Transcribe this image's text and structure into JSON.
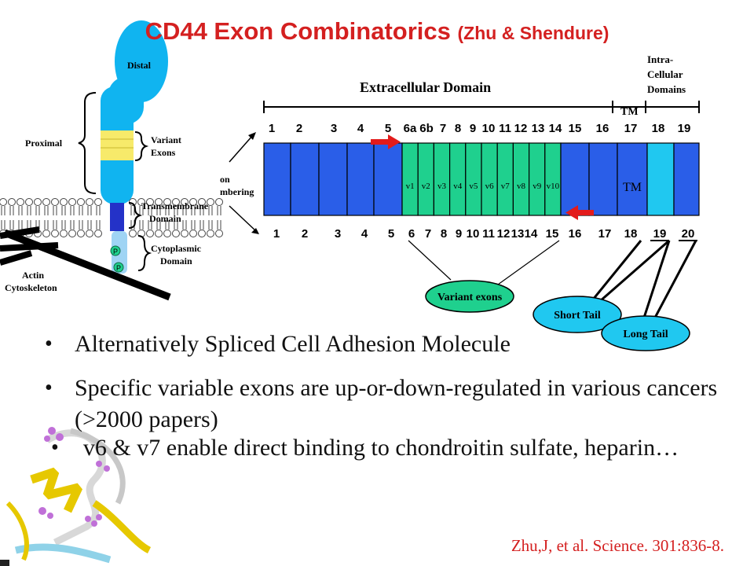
{
  "title": {
    "main": "CD44 Exon Combinatorics",
    "sub": "(Zhu & Shendure)"
  },
  "left_diagram": {
    "distal": "Distal",
    "proximal": "Proximal",
    "variant_exons": [
      "Variant",
      "Exons"
    ],
    "transmembrane": [
      "Transmembrane",
      "Domain"
    ],
    "cytoplasmic": [
      "Cytoplasmic",
      "Domain"
    ],
    "actin": [
      "Actin",
      "Cytoskeleton"
    ],
    "phospho": "P"
  },
  "exon_map": {
    "extracellular_label": "Extracellular Domain",
    "tm_label": "TM",
    "intracellular_label": [
      "Intra-",
      "Cellular",
      "Domains"
    ],
    "top_numbers": [
      "1",
      "2",
      "3",
      "4",
      "5",
      "6a",
      "6b",
      "7",
      "8",
      "9",
      "10",
      "11",
      "12",
      "13",
      "14",
      "15",
      "16",
      "17",
      "18",
      "19"
    ],
    "variant_box_labels": [
      "v1",
      "v2",
      "v3",
      "v4",
      "v5",
      "v6",
      "v7",
      "v8",
      "v9",
      "v10"
    ],
    "tm_box_label": "TM",
    "bottom_numbers": [
      "1",
      "2",
      "3",
      "4",
      "5",
      "6",
      "7",
      "8",
      "9",
      "10",
      "11",
      "12",
      "13",
      "14",
      "15",
      "16",
      "17",
      "18",
      "19",
      "20"
    ],
    "numbering_cut": [
      "on",
      "mbering"
    ],
    "variant_exons_oval": "Variant exons",
    "short_tail_oval": "Short Tail",
    "long_tail_oval": "Long Tail",
    "colors": {
      "blue": "#2a5ee8",
      "green": "#1fd08e",
      "cyan": "#20c8f0",
      "arrow": "#e31b1b"
    }
  },
  "bullets": [
    "Alternatively Spliced Cell Adhesion Molecule",
    "Specific variable exons are up-or-down-regulated in various cancers (>2000 papers)",
    "v6 & v7 enable direct binding to chondroitin sulfate, heparin…"
  ],
  "bullet_glyph": "•",
  "citation": "Zhu,J, et al. Science. 301:836-8."
}
